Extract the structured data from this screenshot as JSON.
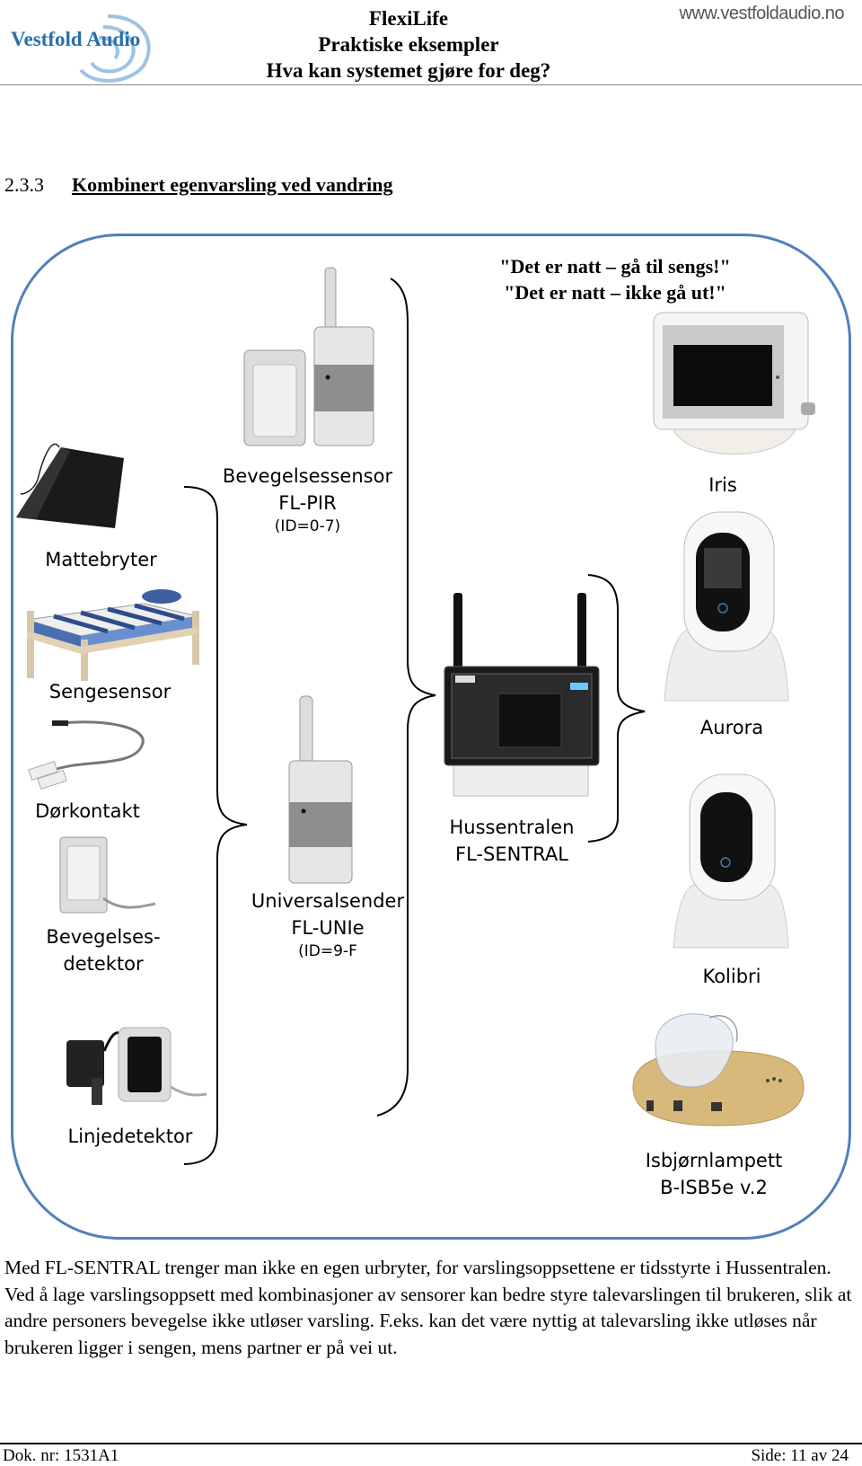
{
  "header": {
    "logo_text": "Vestfold Audio",
    "title_lines": [
      "FlexiLife",
      "Praktiske eksempler",
      "Hva kan systemet gjøre for deg?"
    ],
    "url": "www.vestfoldaudio.no"
  },
  "section": {
    "number": "2.3.3",
    "title": "Kombinert egenvarsling ved vandring"
  },
  "diagram": {
    "quote_lines": [
      "\"Det er natt – gå til sengs!\"",
      "\"Det er natt – ikke gå ut!\""
    ],
    "sensors": {
      "mattebryter": "Mattebryter",
      "sengesensor": "Sengesensor",
      "dorkontakt": "Dørkontakt",
      "bevegelsesdetektor_lines": [
        "Bevegelses-",
        "detektor"
      ],
      "linjedetektor": "Linjedetektor"
    },
    "transmitters": {
      "pir_lines": [
        "Bevegelsessensor",
        "FL-PIR"
      ],
      "pir_id": "(ID=0-7)",
      "unie_lines": [
        "Universalsender",
        "FL-UNIe"
      ],
      "unie_id": "(ID=9-F"
    },
    "central_lines": [
      "Hussentralen",
      "FL-SENTRAL"
    ],
    "receivers": {
      "iris": "Iris",
      "aurora": "Aurora",
      "kolibri": "Kolibri",
      "isbjorn_lines": [
        "Isbjørnlampett",
        "B-ISB5e v.2"
      ]
    },
    "colors": {
      "frame": "#4f81bd"
    }
  },
  "body_text": "Med FL-SENTRAL trenger man ikke en egen urbryter, for varslingsoppsettene er tidsstyrte i Hussentralen. Ved å lage varslingsoppsett med kombinasjoner av sensorer kan bedre styre talevarslingen til brukeren, slik at andre personers bevegelse ikke utløser varsling. F.eks. kan det være nyttig at talevarsling ikke utløses når brukeren ligger i sengen, mens partner er på vei ut.",
  "footer": {
    "doc_nr": "Dok. nr: 1531A1",
    "page": "Side: 11 av 24"
  }
}
